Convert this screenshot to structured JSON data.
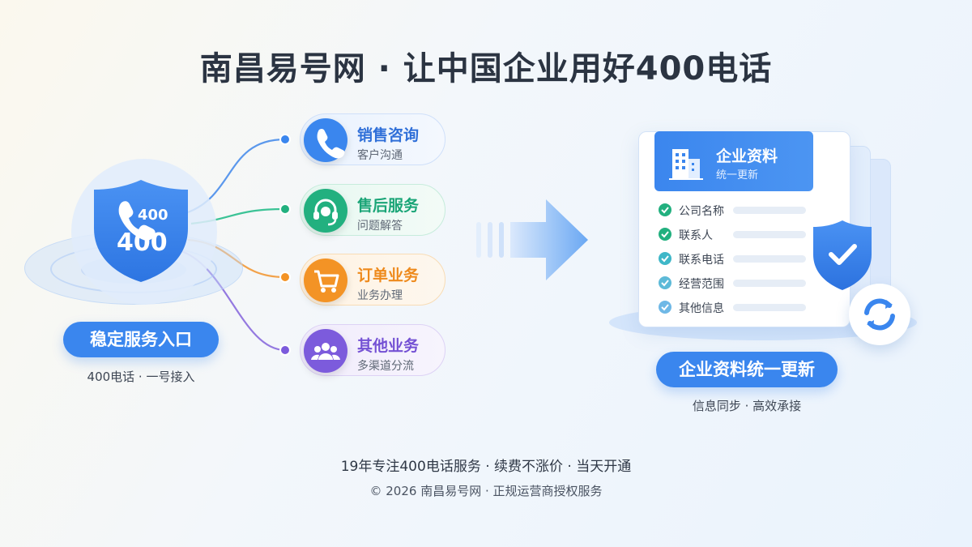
{
  "title": "南昌易号网 · 让中国企业用好400电话",
  "hub": {
    "shield_text_small": "400",
    "shield_text_big": "400",
    "button": "稳定服务入口",
    "subtitle": "400电话 · 一号接入"
  },
  "services": [
    {
      "title": "销售咨询",
      "subtitle": "客户沟通",
      "color": "#3a86ee",
      "icon": "phone-icon"
    },
    {
      "title": "售后服务",
      "subtitle": "问题解答",
      "color": "#22b07f",
      "icon": "headset-icon"
    },
    {
      "title": "订单业务",
      "subtitle": "业务办理",
      "color": "#f39325",
      "icon": "cart-icon"
    },
    {
      "title": "其他业务",
      "subtitle": "多渠道分流",
      "color": "#7c5bdc",
      "icon": "group-icon"
    }
  ],
  "document": {
    "title": "企业资料",
    "subtitle": "统一更新",
    "fields": [
      "公司名称",
      "联系人",
      "联系电话",
      "经营范围",
      "其他信息"
    ],
    "button": "企业资料统一更新",
    "caption": "信息同步 · 高效承接"
  },
  "footer": {
    "line1": "19年专注400电话服务 · 续费不涨价 · 当天开通",
    "line2": "© 2026 南昌易号网 · 正规运营商授权服务"
  }
}
